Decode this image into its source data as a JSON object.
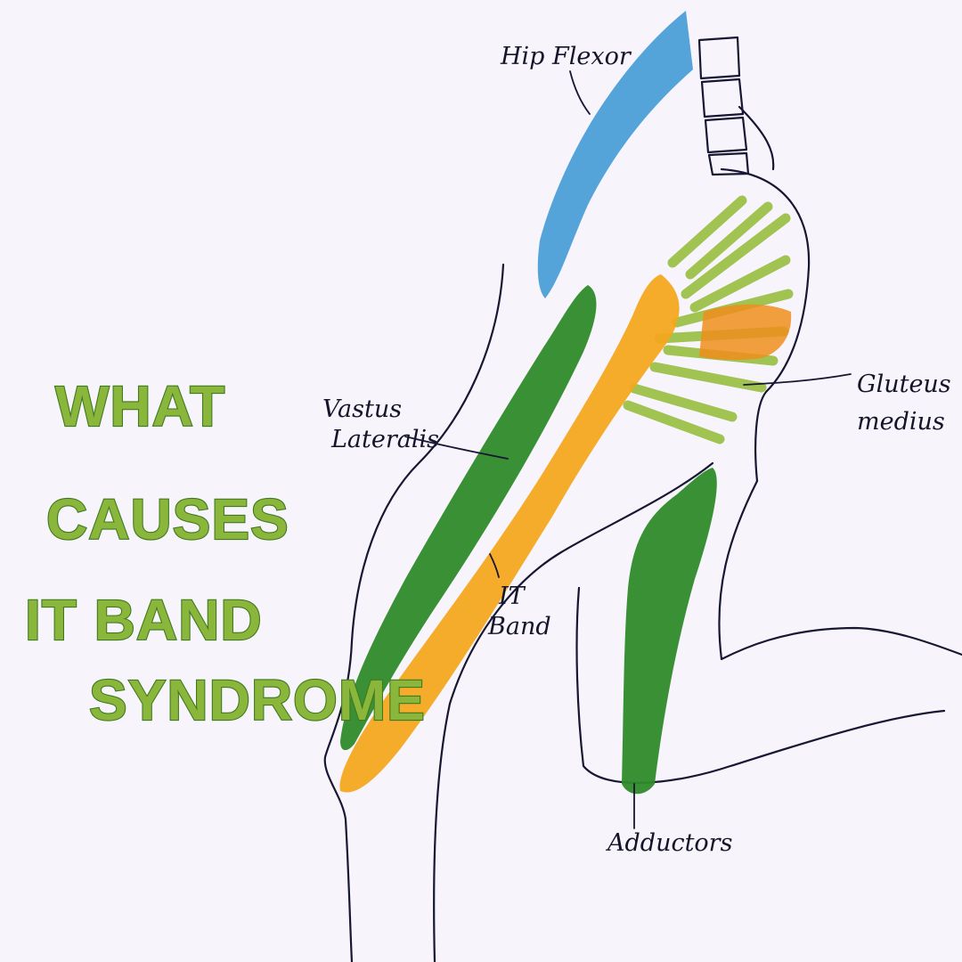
{
  "title": {
    "lines": [
      "WHAT",
      "CAUSES",
      "IT BAND",
      "SYNDROME"
    ]
  },
  "labels": {
    "hip_flexor": "Hip Flexor",
    "vastus_lateralis_1": "Vastus",
    "vastus_lateralis_2": "Lateralis",
    "gluteus_medius_1": "Gluteus",
    "gluteus_medius_2": "medius",
    "it_band_1": "IT",
    "it_band_2": "Band",
    "adductors": "Adductors"
  },
  "colors": {
    "background": "#f7f4fb",
    "hip_flexor": "#4b9fd8",
    "vastus_lateralis": "#2f8a2a",
    "it_band": "#f3a81f",
    "gluteus_medius_overlay": "#f08e1c",
    "gluteus_fibers": "#9cc14a",
    "adductors": "#2f8a2a",
    "title_fill": "#8ab63c",
    "title_outline": "#3f7a1e",
    "ink": "#171733"
  }
}
